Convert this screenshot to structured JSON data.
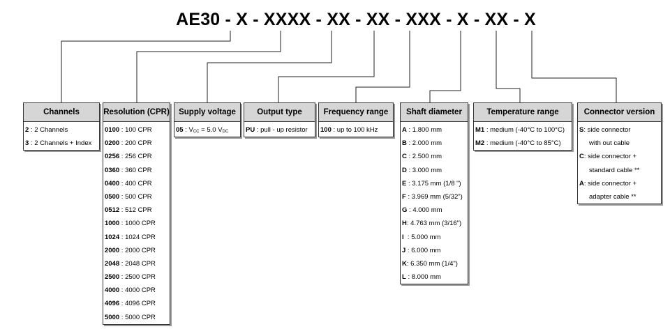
{
  "code": {
    "text": "AE30 - X - XXXX - XX - XX - XXX - X - XX - X"
  },
  "boxes": [
    {
      "id": "channels",
      "title": "Channels",
      "rows": [
        {
          "code": "2",
          "sep": " : ",
          "desc": "2 Channels"
        },
        {
          "code": "3",
          "sep": " : ",
          "desc": "2 Channels + Index"
        }
      ]
    },
    {
      "id": "resolution",
      "title": "Resolution (CPR)",
      "rows": [
        {
          "code": "0100",
          "sep": " : ",
          "desc": "100 CPR"
        },
        {
          "code": "0200",
          "sep": " : ",
          "desc": "200 CPR"
        },
        {
          "code": "0256",
          "sep": " : ",
          "desc": "256 CPR"
        },
        {
          "code": "0360",
          "sep": " : ",
          "desc": "360 CPR"
        },
        {
          "code": "0400",
          "sep": " : ",
          "desc": "400 CPR"
        },
        {
          "code": "0500",
          "sep": " : ",
          "desc": "500 CPR"
        },
        {
          "code": "0512",
          "sep": " : ",
          "desc": "512 CPR"
        },
        {
          "code": "1000",
          "sep": " : ",
          "desc": "1000 CPR"
        },
        {
          "code": "1024",
          "sep": " : ",
          "desc": "1024 CPR"
        },
        {
          "code": "2000",
          "sep": " : ",
          "desc": "2000 CPR"
        },
        {
          "code": "2048",
          "sep": " : ",
          "desc": "2048 CPR"
        },
        {
          "code": "2500",
          "sep": " : ",
          "desc": "2500 CPR"
        },
        {
          "code": "4000",
          "sep": " : ",
          "desc": "4000 CPR"
        },
        {
          "code": "4096",
          "sep": " : ",
          "desc": "4096 CPR"
        },
        {
          "code": "5000",
          "sep": " : ",
          "desc": "5000 CPR"
        }
      ]
    },
    {
      "id": "supply",
      "title": "Supply voltage",
      "rows": [
        {
          "code": "05",
          "sep": " : ",
          "desc": "V",
          "sub1": "CC",
          "mid": " = 5.0 V",
          "sub2": "DC"
        }
      ]
    },
    {
      "id": "output",
      "title": "Output type",
      "rows": [
        {
          "code": "PU",
          "sep": " : ",
          "desc": "pull - up resistor"
        }
      ]
    },
    {
      "id": "frequency",
      "title": "Frequency range",
      "rows": [
        {
          "code": "100",
          "sep": " : ",
          "desc": "up to 100 kHz"
        }
      ]
    },
    {
      "id": "shaft",
      "title": "Shaft diameter",
      "rows": [
        {
          "code": "A",
          "sep": " : ",
          "desc": "1.800 mm"
        },
        {
          "code": "B",
          "sep": " : ",
          "desc": "2.000 mm"
        },
        {
          "code": "C",
          "sep": " : ",
          "desc": "2.500 mm"
        },
        {
          "code": "D",
          "sep": " : ",
          "desc": "3.000 mm"
        },
        {
          "code": "E",
          "sep": " : ",
          "desc": "3.175 mm (1/8 \")"
        },
        {
          "code": "F",
          "sep": " : ",
          "desc": "3.969 mm (5/32\")"
        },
        {
          "code": "G",
          "sep": " : ",
          "desc": "4.000 mm"
        },
        {
          "code": "H",
          "sep": ": ",
          "desc": "4.763 mm (3/16\")"
        },
        {
          "code": "I",
          "sep": "  : ",
          "desc": "5.000 mm"
        },
        {
          "code": "J",
          "sep": " : ",
          "desc": "6.000 mm"
        },
        {
          "code": "K",
          "sep": ": ",
          "desc": "6.350 mm (1/4\")"
        },
        {
          "code": "L",
          "sep": " : ",
          "desc": "8.000 mm"
        }
      ]
    },
    {
      "id": "temperature",
      "title": "Temperature range",
      "rows": [
        {
          "code": "M1",
          "sep": " : ",
          "desc": "medium (-40°C to 100°C)"
        },
        {
          "code": "M2",
          "sep": " : ",
          "desc": "medium (-40°C to 85°C)"
        }
      ]
    },
    {
      "id": "connector",
      "title": "Connector version",
      "rows": [
        {
          "code": "S",
          "sep": ": ",
          "desc": "side connector"
        },
        {
          "code": "",
          "sep": "",
          "desc": "with out cable",
          "indent": true
        },
        {
          "code": "C",
          "sep": ": ",
          "desc": "side connector +"
        },
        {
          "code": "",
          "sep": "",
          "desc": "standard cable **",
          "indent": true
        },
        {
          "code": "A",
          "sep": ": ",
          "desc": "side connector +"
        },
        {
          "code": "",
          "sep": "",
          "desc": "adapter cable **",
          "indent": true
        }
      ]
    }
  ]
}
